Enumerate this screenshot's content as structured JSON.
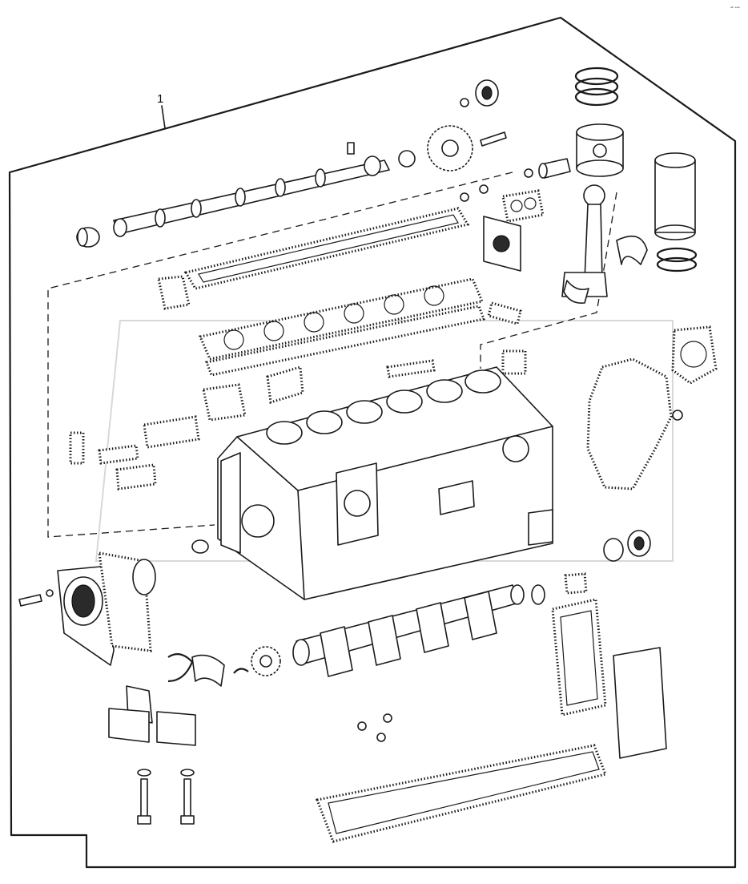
{
  "diagram": {
    "kit_reference_number": "1",
    "corner_mark": "ᵃᵇ ᵉᵉᵉ",
    "watermark_text": "",
    "parts": [
      {
        "name": "camshaft"
      },
      {
        "name": "camshaft-bushing"
      },
      {
        "name": "camshaft-gear"
      },
      {
        "name": "piston-rings"
      },
      {
        "name": "piston"
      },
      {
        "name": "piston-pin"
      },
      {
        "name": "connecting-rod"
      },
      {
        "name": "connecting-rod-bearing"
      },
      {
        "name": "cylinder-liner"
      },
      {
        "name": "cylinder-head-gasket"
      },
      {
        "name": "rocker-cover-gasket"
      },
      {
        "name": "cylinder-block"
      },
      {
        "name": "timing-cover-gasket"
      },
      {
        "name": "water-pump-gasket"
      },
      {
        "name": "rear-seal-housing"
      },
      {
        "name": "crankshaft"
      },
      {
        "name": "crankshaft-gear"
      },
      {
        "name": "main-bearing-shells"
      },
      {
        "name": "main-bearing-caps"
      },
      {
        "name": "main-bearing-bolts"
      },
      {
        "name": "thrust-washers"
      },
      {
        "name": "oil-cooler-gasket"
      },
      {
        "name": "oil-pan-gasket"
      },
      {
        "name": "front-oil-seal"
      }
    ]
  }
}
